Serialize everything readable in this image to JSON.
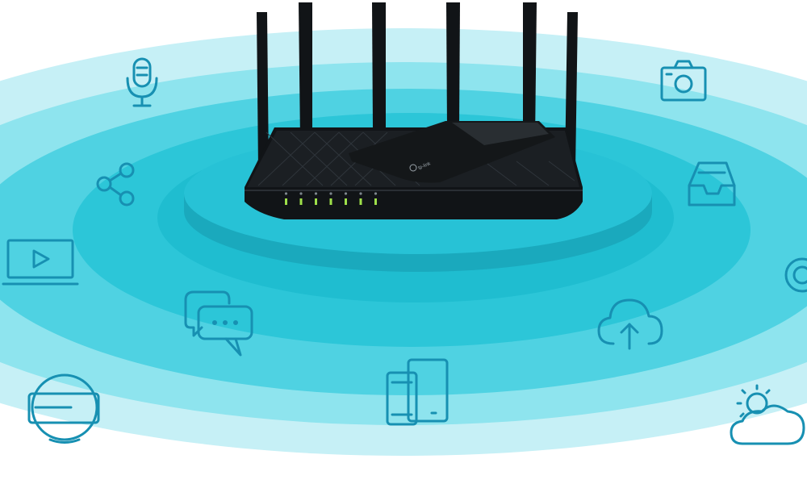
{
  "scene": {
    "colors": {
      "background": "#ffffff",
      "ring_outer": "#c6f0f6",
      "ring_2": "#8ee4ee",
      "ring_3": "#4fd2e2",
      "ring_4": "#2cc6d8",
      "ring_inner": "#1fbdd0",
      "platform_side": "#1aa9bd",
      "platform_top": "#27c2d6",
      "icon_stroke": "#1790b2",
      "router_body": "#111417",
      "router_top": "#1b1f23",
      "led": "#9ee04a"
    },
    "router": {
      "brand": "tp-link",
      "antenna_count": 6,
      "led_count": 7
    },
    "icons": [
      "microphone-icon",
      "share-icon",
      "laptop-play-icon",
      "chat-bubbles-icon",
      "vr-headset-icon",
      "phone-tablet-icon",
      "cloud-upload-icon",
      "camera-icon",
      "inbox-tray-icon",
      "target-icon",
      "sun-cloud-icon"
    ]
  }
}
